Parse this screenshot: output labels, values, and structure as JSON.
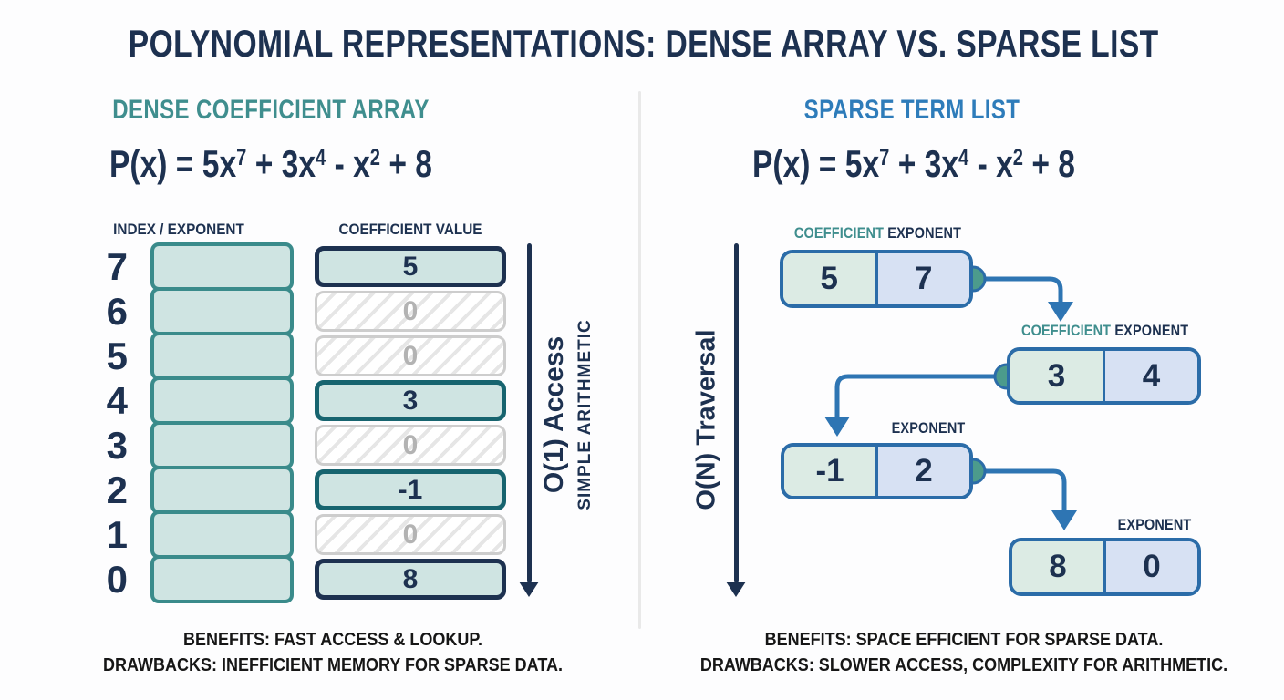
{
  "title": "POLYNOMIAL REPRESENTATIONS: DENSE ARRAY VS. SPARSE LIST",
  "colors": {
    "navy": "#1d3150",
    "teal": "#3f8e8e",
    "teal-border": "#3a8b8b",
    "teal-dark": "#17646f",
    "blue": "#2e7cba",
    "cell-fill": "#cfe4e2",
    "node-border": "#2b6ca8",
    "connector": "#2e75b3",
    "node-coef-fill": "#dcebe4",
    "node-exp-fill": "#d7e1f3",
    "dot": "#4c9b8c",
    "hatch-stripe": "#e6e6e6",
    "hatch-border": "#cdcdcd",
    "zero-text": "#b3b3b3",
    "divider": "#e9e9e9",
    "footer-text": "#161616"
  },
  "dense_panel": {
    "heading": "DENSE COEFFICIENT ARRAY",
    "formula_parts": [
      "P(x) = 5x",
      "7",
      " + 3x",
      "4",
      " - x",
      "2",
      " + 8"
    ],
    "column_headers": {
      "index": "INDEX / EXPONENT",
      "coefficient": "COEFFICIENT VALUE"
    },
    "rows": [
      {
        "index": "7",
        "value": "5",
        "style": "filled-navy"
      },
      {
        "index": "6",
        "value": "0",
        "style": "empty"
      },
      {
        "index": "5",
        "value": "0",
        "style": "empty"
      },
      {
        "index": "4",
        "value": "3",
        "style": "filled-teal"
      },
      {
        "index": "3",
        "value": "0",
        "style": "empty"
      },
      {
        "index": "2",
        "value": "-1",
        "style": "filled-teal"
      },
      {
        "index": "1",
        "value": "0",
        "style": "empty"
      },
      {
        "index": "0",
        "value": "8",
        "style": "filled-navy"
      }
    ],
    "access_arrow": {
      "primary": "O(1) Access",
      "secondary": "SIMPLE ARITHMETIC"
    },
    "benefits": "BENEFITS: FAST ACCESS & LOOKUP.",
    "drawbacks": "DRAWBACKS: INEFFICIENT MEMORY FOR SPARSE DATA."
  },
  "sparse_panel": {
    "heading": "SPARSE TERM LIST",
    "formula_parts": [
      "P(x) = 5x",
      "7",
      " + 3x",
      "4",
      " - x",
      "2",
      " + 8"
    ],
    "traversal_arrow": {
      "primary": "O(N) Traversal"
    },
    "node_labels": {
      "coefficient": "COEFFICIENT",
      "exponent": "EXPONENT"
    },
    "nodes": [
      {
        "coefficient": "5",
        "exponent": "7"
      },
      {
        "coefficient": "3",
        "exponent": "4"
      },
      {
        "coefficient": "-1",
        "exponent": "2"
      },
      {
        "coefficient": "8",
        "exponent": "0"
      }
    ],
    "benefits": "BENEFITS: SPACE EFFICIENT FOR SPARSE DATA.",
    "drawbacks": "DRAWBACKS: SLOWER ACCESS, COMPLEXITY FOR ARITHMETIC."
  }
}
